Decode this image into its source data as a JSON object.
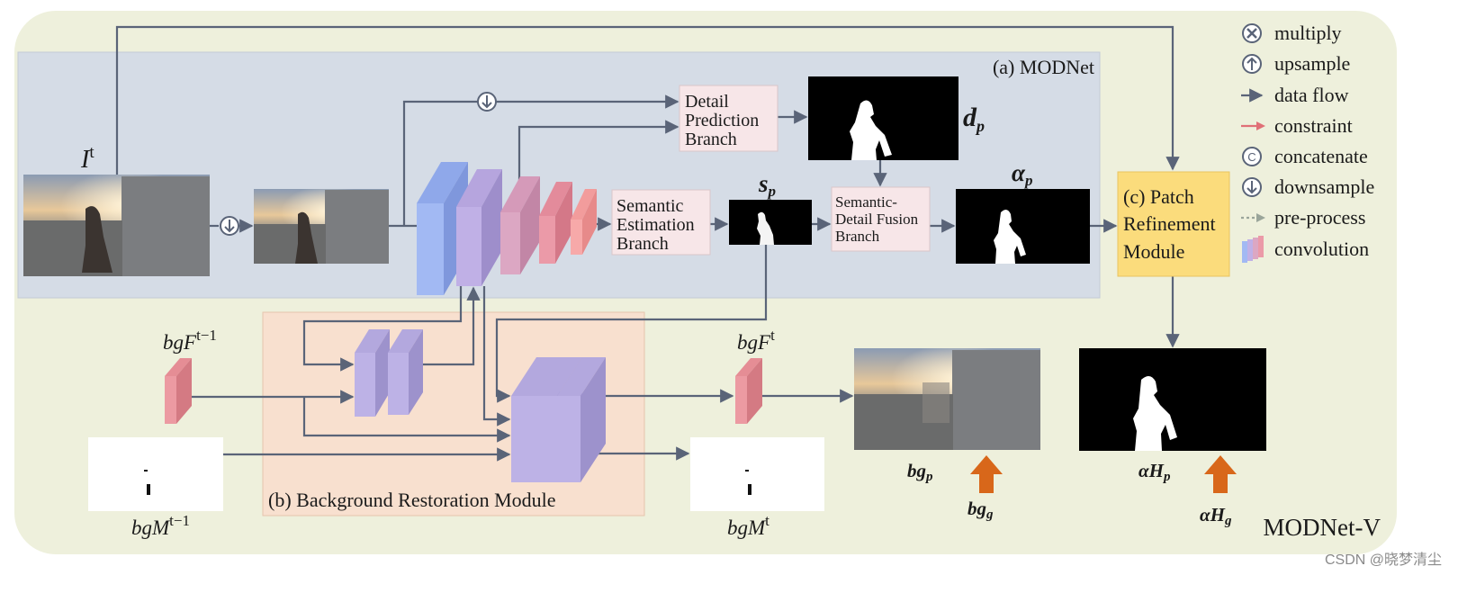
{
  "panels": {
    "modnet_title": "(a) MODNet",
    "brm_title": "(b) Background Restoration Module",
    "outer_title": "MODNet-V"
  },
  "modules": {
    "detail_branch": [
      "Detail",
      "Prediction",
      "Branch"
    ],
    "semantic_branch": [
      "Semantic",
      "Estimation",
      "Branch"
    ],
    "fusion_branch": [
      "Semantic-",
      "Detail Fusion",
      "Branch"
    ],
    "patch_module": [
      "(c) Patch",
      "Refinement",
      "Module"
    ]
  },
  "symbols": {
    "input": {
      "base": "I",
      "sup": "t"
    },
    "dp": {
      "base": "d",
      "sub": "p"
    },
    "sp": {
      "base": "s",
      "sub": "p"
    },
    "alpha_p": {
      "base": "α",
      "sub": "p"
    },
    "bgF_prev": {
      "base": "bgF",
      "sup": "t−1"
    },
    "bgF_t": {
      "base": "bgF",
      "sup": "t"
    },
    "bgM_prev": {
      "base": "bgM",
      "sup": "t−1"
    },
    "bgM_t": {
      "base": "bgM",
      "sup": "t"
    },
    "bg_p": {
      "base": "bg",
      "sub": "p"
    },
    "bg_g": {
      "base": "bg",
      "sub": "g"
    },
    "aH_p": {
      "base": "αH",
      "sub": "p"
    },
    "aH_g": {
      "base": "αH",
      "sub": "g"
    }
  },
  "legend": [
    {
      "icon": "multiply-icon",
      "label": "multiply"
    },
    {
      "icon": "upsample-icon",
      "label": "upsample"
    },
    {
      "icon": "data-flow-icon",
      "label": "data flow"
    },
    {
      "icon": "constraint-icon",
      "label": "constraint"
    },
    {
      "icon": "concatenate-icon",
      "label": "concatenate"
    },
    {
      "icon": "downsample-icon",
      "label": "downsample"
    },
    {
      "icon": "pre-process-icon",
      "label": "pre-process"
    },
    {
      "icon": "convolution-icon",
      "label": "convolution"
    }
  ],
  "watermark": "CSDN @晓梦清尘",
  "colors": {
    "outer_bg": "#eef0dc",
    "modnet_bg": "#d5dce6",
    "brm_bg": "#f8e0cf",
    "module_box": "#f7e6e8",
    "patch_box": "#fbdc7c",
    "arrow": "#5a6478",
    "gt_arrow": "#d8671a"
  }
}
